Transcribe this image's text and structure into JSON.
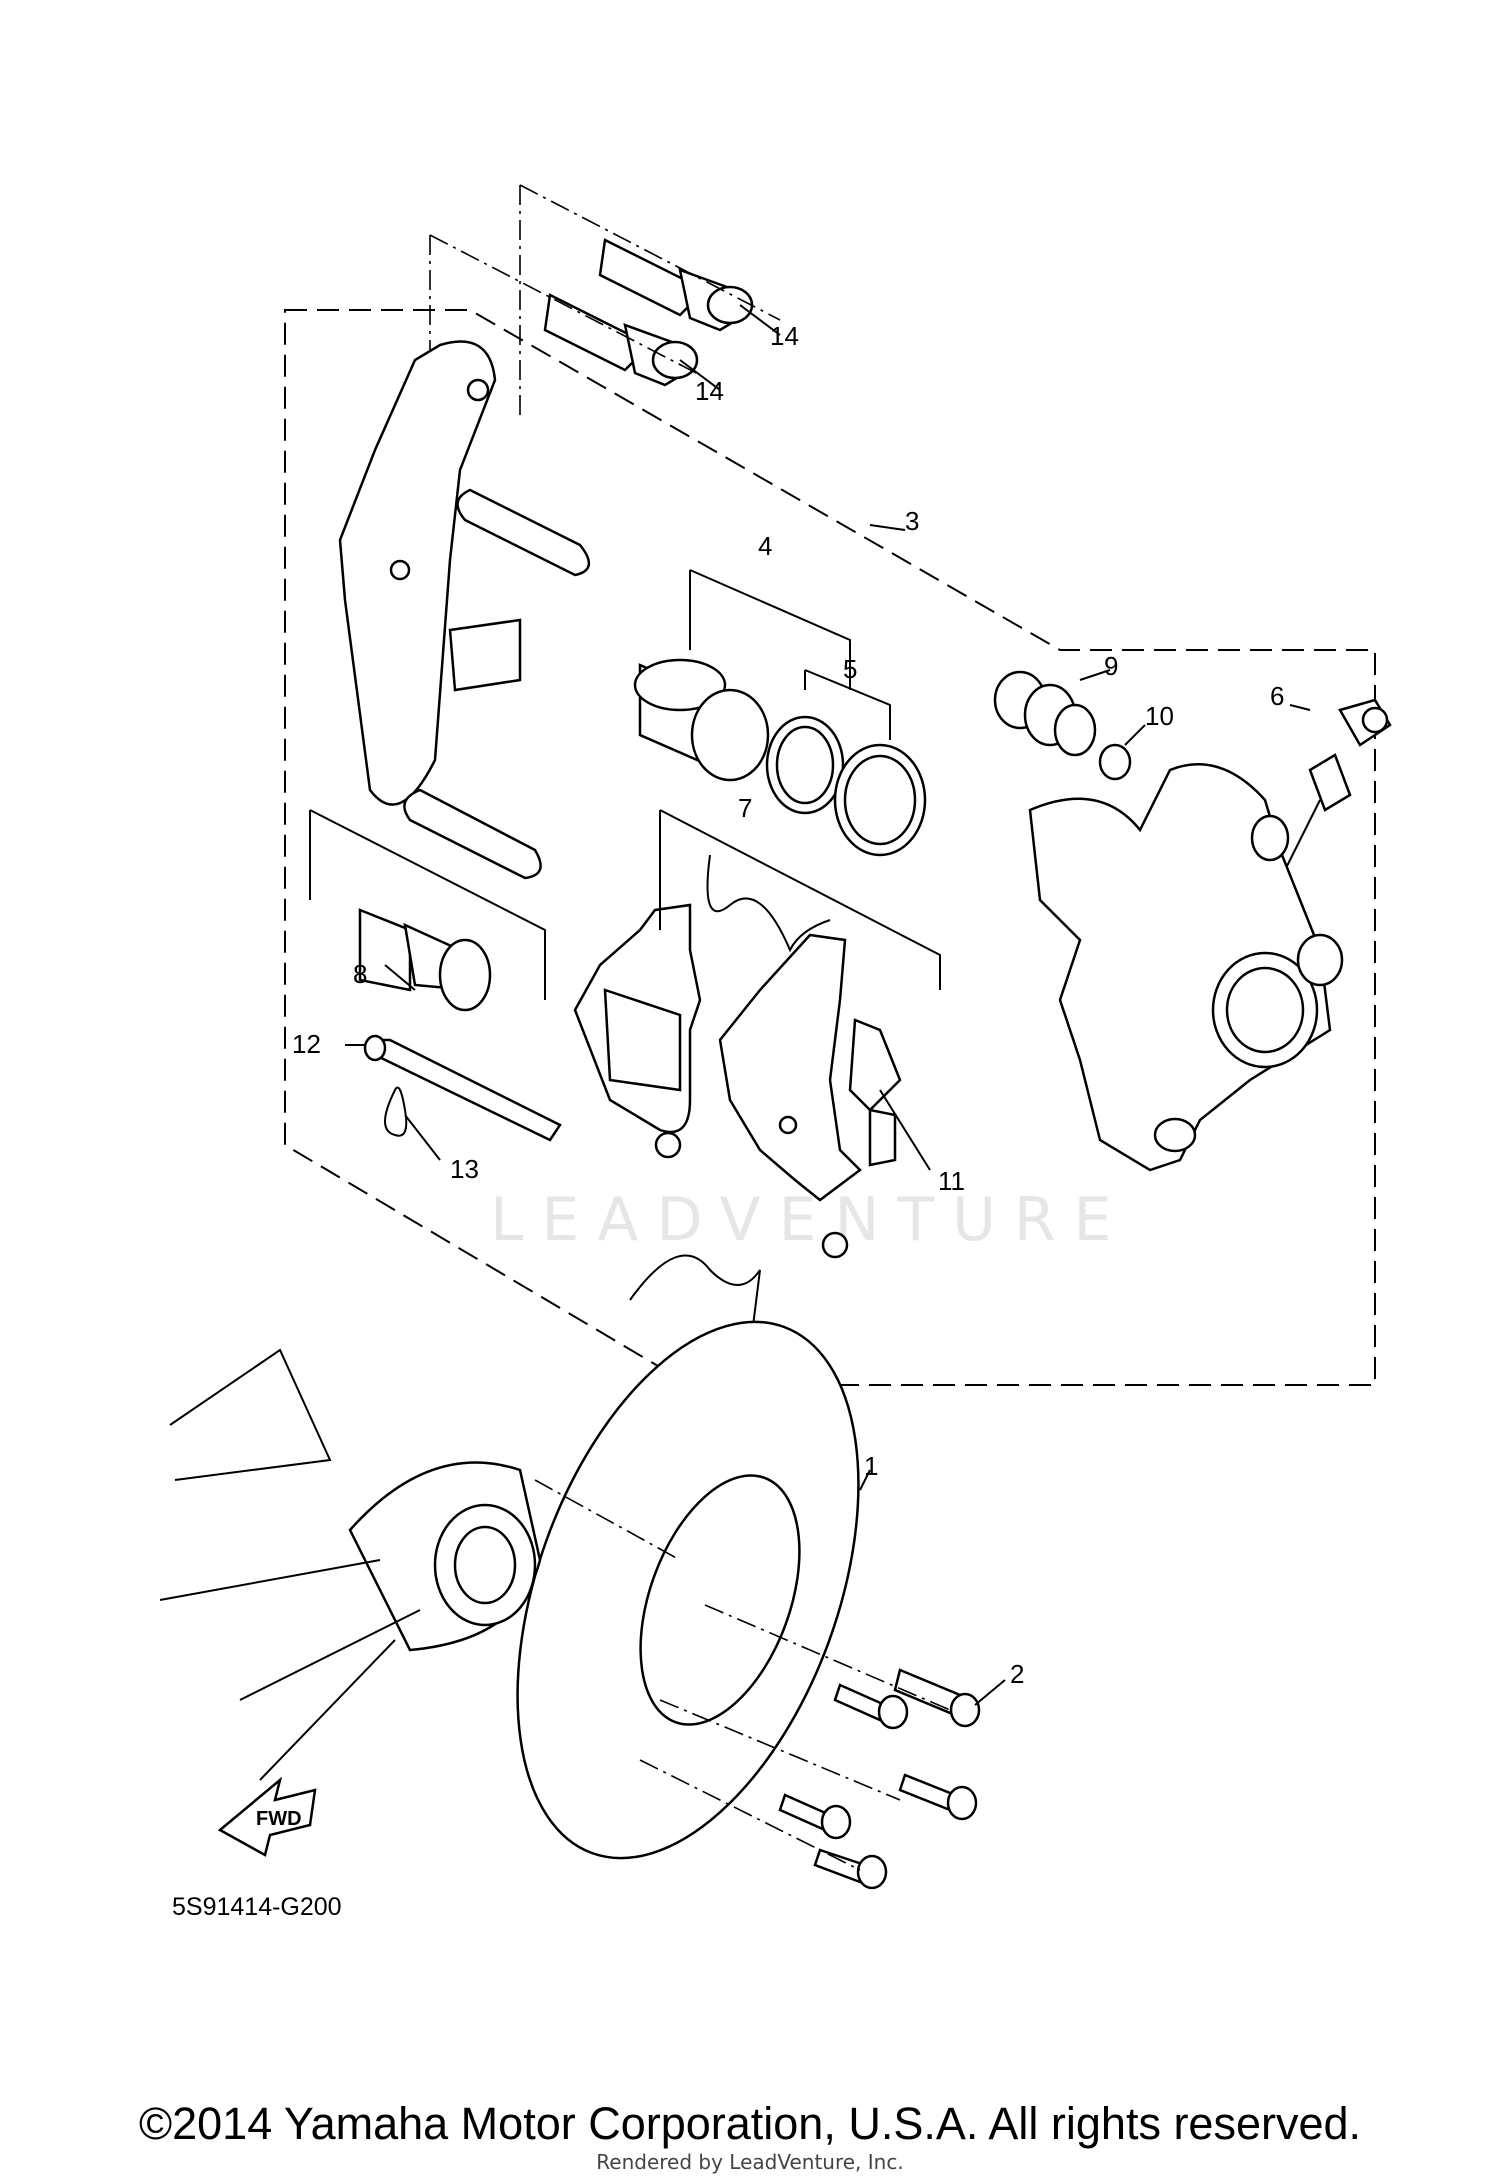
{
  "diagram": {
    "labels": {
      "p1": "1",
      "p2": "2",
      "p3": "3",
      "p4": "4",
      "p5": "5",
      "p6": "6",
      "p7": "7",
      "p8": "8",
      "p9": "9",
      "p10": "10",
      "p11": "11",
      "p12": "12",
      "p13": "13",
      "p14a": "14",
      "p14b": "14"
    },
    "diagram_code": "5S91414-G200",
    "fwd_label": "FWD",
    "watermark": "LEADVENTURE"
  },
  "footer": {
    "copyright": "©2014 Yamaha Motor Corporation, U.S.A. All rights reserved.",
    "rendered_by": "Rendered by LeadVenture, Inc."
  }
}
